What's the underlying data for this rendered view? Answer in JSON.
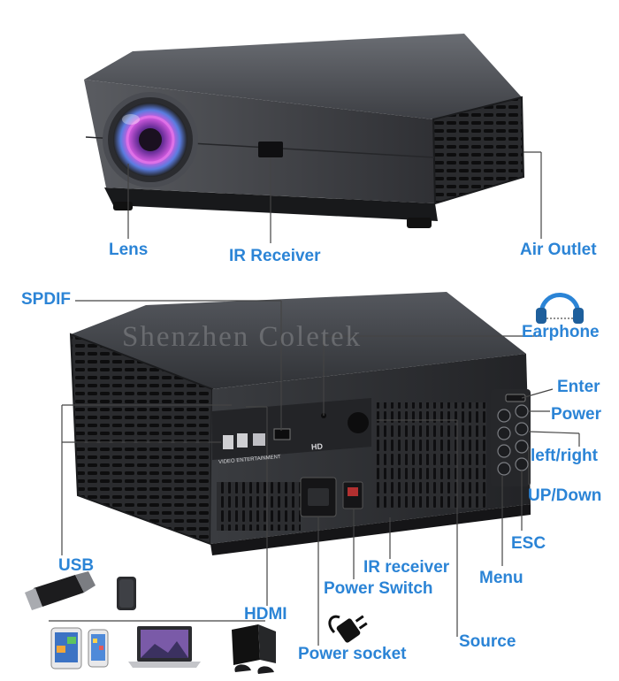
{
  "labels": {
    "lens": "Lens",
    "ir_receiver_front": "IR Receiver",
    "air_outlet": "Air Outlet",
    "spdif": "SPDIF",
    "earphone": "Earphone",
    "enter": "Enter",
    "power": "Power",
    "left_right": "left/right",
    "up_down": "UP/Down",
    "esc": "ESC",
    "usb": "USB",
    "ir_receiver_rear": "IR receiver",
    "menu": "Menu",
    "power_switch": "Power Switch",
    "hdmi": "HDMI",
    "source": "Source",
    "power_socket": "Power socket"
  },
  "watermark": "Shenzhen Coletek",
  "panel_text": {
    "brand": "VIDEO ENTERTAINMENT",
    "hd": "HD"
  },
  "colors": {
    "label": "#2b84d6",
    "leader_line": "#444444",
    "body_dark": "#3b3d42",
    "lens_glow": "#c24bd6"
  },
  "icons": [
    "headphones-icon",
    "power-plug-icon",
    "usb-flash-drive-icon",
    "power-bank-icon",
    "tablet-icon",
    "phone-icon",
    "laptop-icon",
    "game-console-icon"
  ]
}
